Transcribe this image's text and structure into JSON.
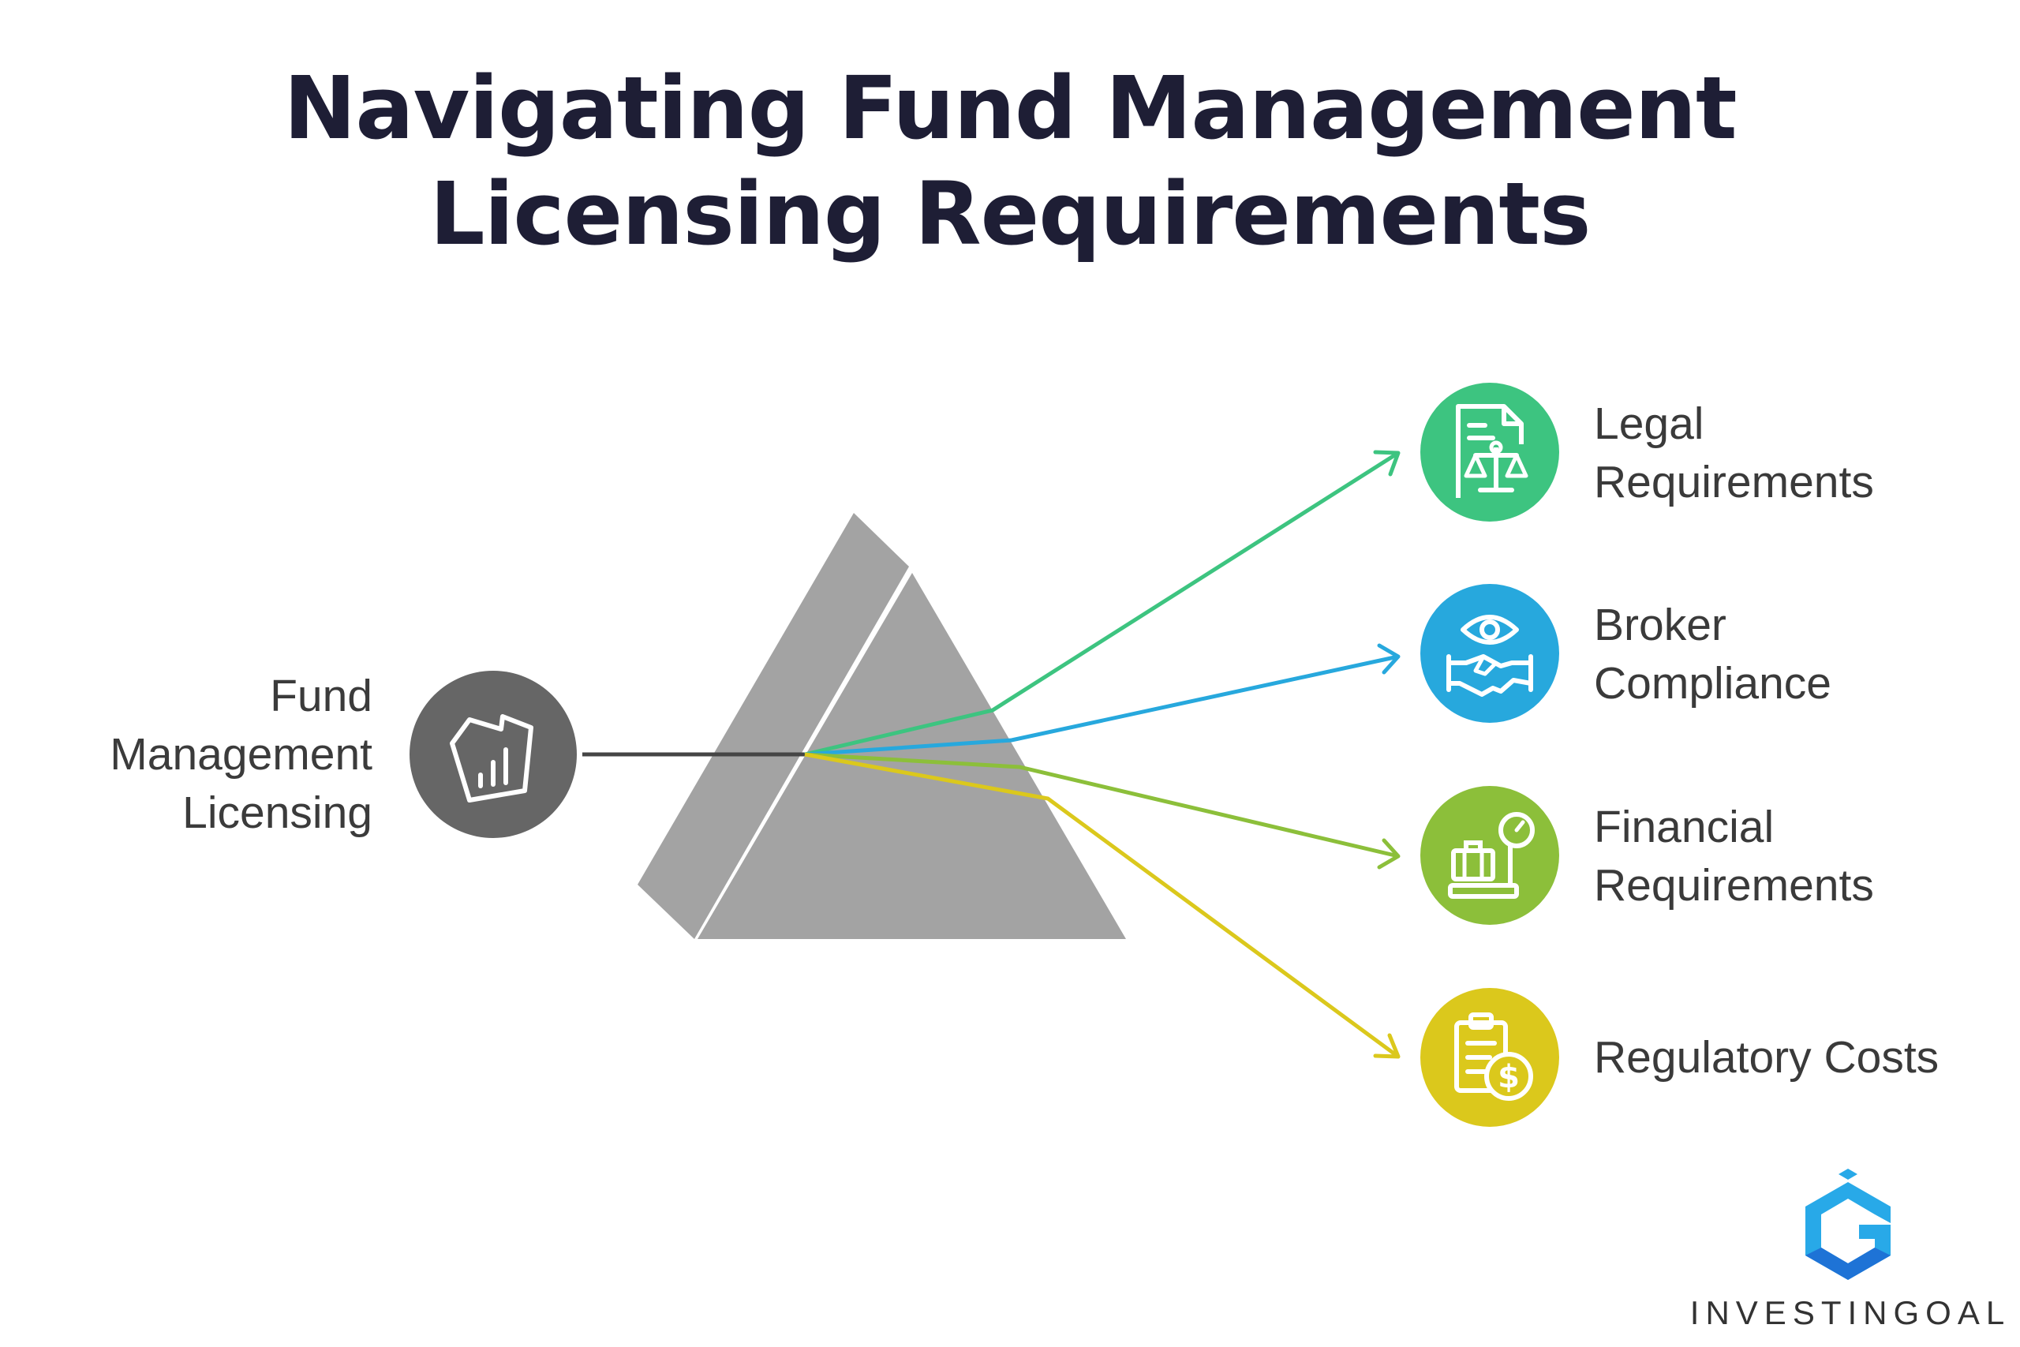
{
  "title": {
    "line1": "Navigating Fund Management",
    "line2": "Licensing Requirements"
  },
  "source": {
    "lines": [
      "Fund",
      "Management",
      "Licensing"
    ],
    "icon": "chart-box-icon",
    "color": "#666666"
  },
  "outputs": [
    {
      "lines": [
        "Legal",
        "Requirements"
      ],
      "icon": "legal-scale-icon",
      "color": "#3dc480"
    },
    {
      "lines": [
        "Broker",
        "Compliance"
      ],
      "icon": "eye-handshake-icon",
      "color": "#27a8dd"
    },
    {
      "lines": [
        "Financial",
        "Requirements"
      ],
      "icon": "briefcase-scale-icon",
      "color": "#8cbf3a"
    },
    {
      "lines": [
        "Regulatory Costs"
      ],
      "icon": "clipboard-dollar-icon",
      "color": "#dbc81c"
    }
  ],
  "prism": {
    "color": "#a3a3a3"
  },
  "brand": {
    "name": "INVESTINGOAL",
    "logo": "investingoal-logo-icon",
    "colors": [
      "#28a9e8",
      "#1e73d6"
    ]
  }
}
